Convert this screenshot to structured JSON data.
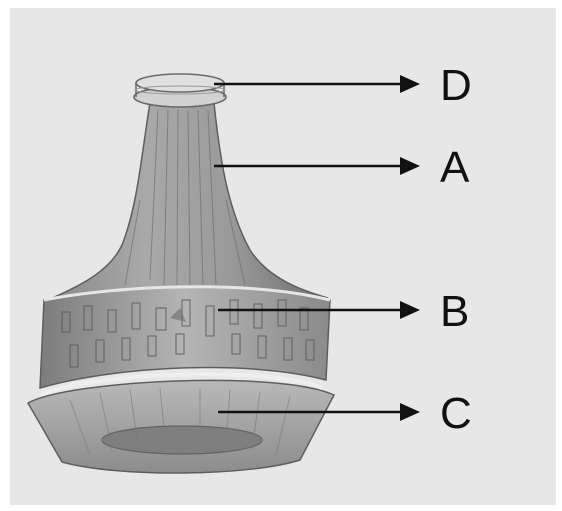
{
  "figure": {
    "labels": {
      "D": "D",
      "A": "A",
      "B": "B",
      "C": "C"
    },
    "colors": {
      "background": "#e7e7e7",
      "pencil_dark": "#5e5e5e",
      "pencil_mid": "#8c8c8c",
      "pencil_light": "#c4c4c4",
      "arrow": "#111111"
    }
  }
}
